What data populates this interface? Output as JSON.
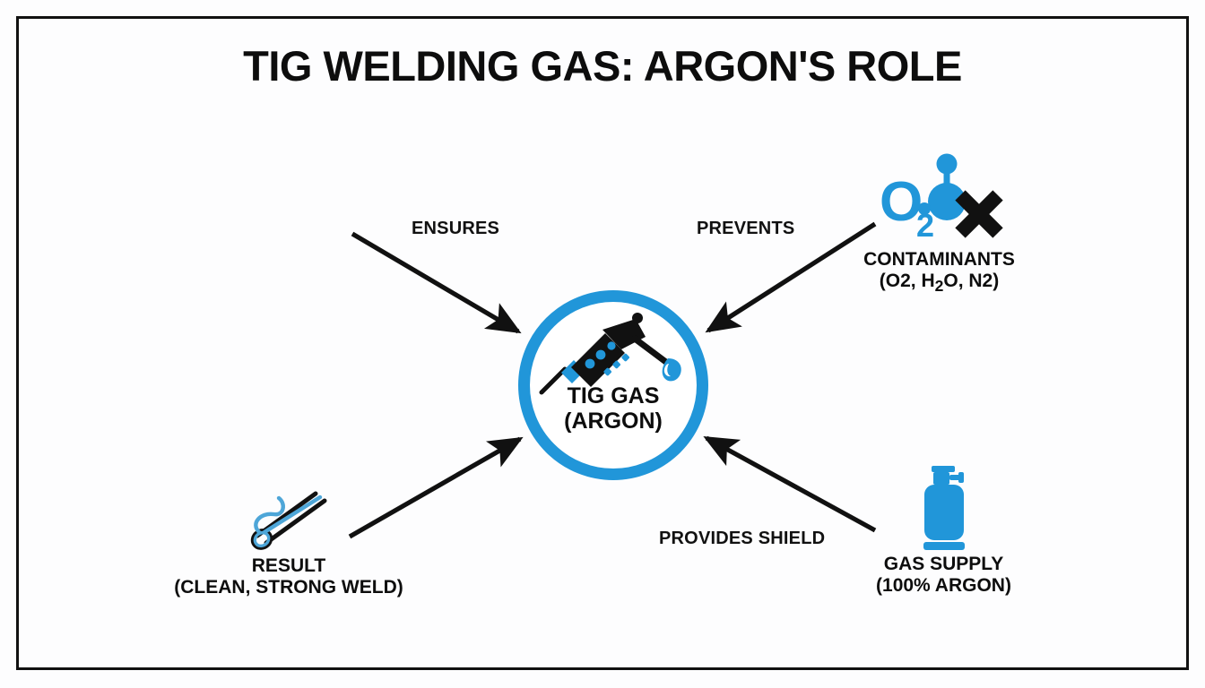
{
  "page": {
    "title": "TIG WELDING GAS: ARGON'S ROLE",
    "background_color": "#fdfdfe",
    "frame_color": "#111111",
    "accent_color": "#2196d9",
    "text_color": "#0d0d0d"
  },
  "center": {
    "line1": "TIG GAS",
    "line2": "(ARGON)",
    "icon": "welding-torch-icon"
  },
  "nodes": [
    {
      "id": "contaminants",
      "icon": "o2-molecule-blocked-icon",
      "icon_text": "O",
      "icon_subscript": "2",
      "caption_line1": "CONTAMINANTS",
      "caption_line2_parts": [
        "(O2, H",
        "2",
        "O, N2)"
      ]
    },
    {
      "id": "gas-supply",
      "icon": "gas-cylinder-icon",
      "caption_line1": "GAS SUPPLY",
      "caption_line2": "(100% ARGON)"
    },
    {
      "id": "result",
      "icon": "weld-bead-icon",
      "caption_line1": "RESULT",
      "caption_line2": "(CLEAN, STRONG WELD)"
    }
  ],
  "edges": [
    {
      "id": "ensures",
      "label": "ENSURES",
      "from": "result-side-top-left",
      "to": "center"
    },
    {
      "id": "prevents",
      "label": "PREVENTS",
      "from": "contaminants",
      "to": "center"
    },
    {
      "id": "provides-shield",
      "label": "PROVIDES SHIELD",
      "from": "gas-supply",
      "to": "center"
    },
    {
      "id": "result-edge",
      "label": "",
      "from": "result",
      "to": "center"
    }
  ]
}
